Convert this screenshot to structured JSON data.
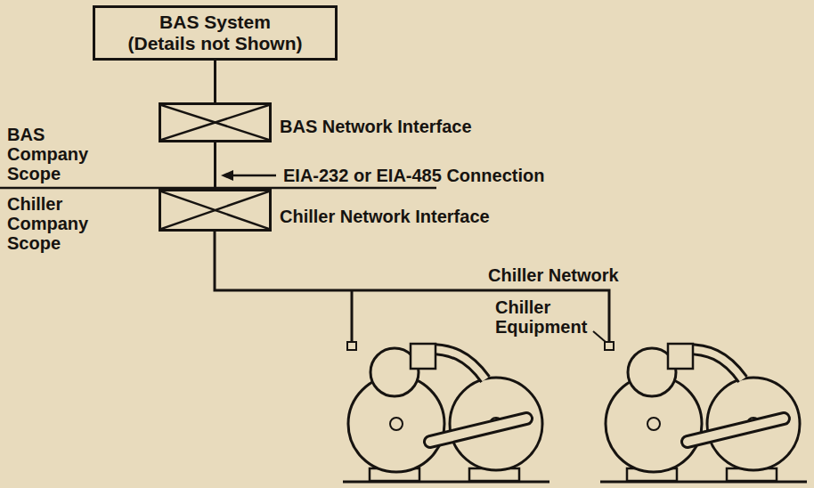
{
  "diagram": {
    "nodes": [
      {
        "text": [
          "BAS System",
          "(Details not Shown)"
        ]
      },
      {
        "text": [
          "BAS Network Interface"
        ]
      },
      {
        "text": [
          "Chiller Network Interface"
        ]
      }
    ],
    "edges": [
      {
        "from": 0,
        "to": 1,
        "arrow": "none"
      },
      {
        "from": 1,
        "to": 2,
        "arrow": "none"
      }
    ],
    "labels": [
      "BAS Company Scope",
      "EIA-232 or EIA-485 Connection",
      "Chiller Company Scope",
      "Chiller Network",
      "Chiller Equipment"
    ]
  }
}
